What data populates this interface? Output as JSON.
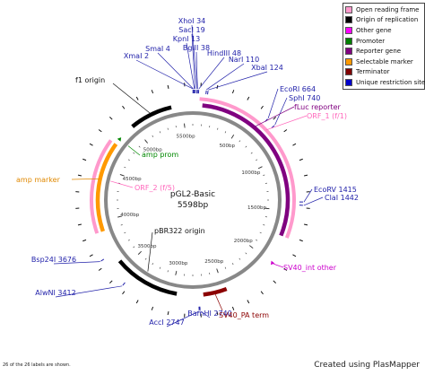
{
  "plasmid": {
    "name": "pGL2-Basic",
    "size_label": "5598bp",
    "length_bp": 5598
  },
  "ruler": {
    "ticks": [
      {
        "bp": 500,
        "label": "500bp"
      },
      {
        "bp": 1000,
        "label": "1000bp"
      },
      {
        "bp": 1500,
        "label": "1500bp"
      },
      {
        "bp": 2000,
        "label": "2000bp"
      },
      {
        "bp": 2500,
        "label": "2500bp"
      },
      {
        "bp": 3000,
        "label": "3000bp"
      },
      {
        "bp": 3500,
        "label": "3500bp"
      },
      {
        "bp": 4000,
        "label": "4000bp"
      },
      {
        "bp": 4500,
        "label": "4500bp"
      },
      {
        "bp": 5000,
        "label": "5000bp"
      },
      {
        "bp": 5500,
        "label": "5500bp"
      }
    ]
  },
  "features": [
    {
      "name": "fLuc reporter",
      "type": "reporter",
      "start": 90,
      "end": 1740,
      "ring": 0,
      "color": "#800080"
    },
    {
      "name": "ORF_1 (f/1)",
      "type": "orf",
      "start": 60,
      "end": 1740,
      "ring": 1,
      "color": "#ff99cc"
    },
    {
      "name": "SV40_PA term",
      "type": "terminator",
      "start": 2475,
      "end": 2700,
      "ring": 0,
      "color": "#8b0000"
    },
    {
      "name": "pBR322 origin",
      "type": "origin",
      "start": 2950,
      "end": 3580,
      "ring": 0,
      "color": "#000000"
    },
    {
      "name": "amp marker",
      "type": "selectable",
      "start": 3900,
      "end": 4760,
      "ring": 0,
      "color": "#ff9900"
    },
    {
      "name": "ORF_2 (f/5)",
      "type": "orf",
      "start": 3900,
      "end": 4760,
      "ring": 1,
      "color": "#ff99cc"
    },
    {
      "name": "amp prom",
      "type": "promoter",
      "start": 4805,
      "end": 4830,
      "ring": 0,
      "color": "#008800"
    },
    {
      "name": "f1 origin",
      "type": "origin",
      "start": 4985,
      "end": 5395,
      "ring": 0,
      "color": "#000000"
    },
    {
      "name": "SV40_int other",
      "type": "other",
      "start": 1985,
      "end": 2010,
      "ring": 1,
      "color": "#cc00cc"
    }
  ],
  "sites": [
    {
      "label": "XhoI 34",
      "bp": 34
    },
    {
      "label": "SacI 19",
      "bp": 19
    },
    {
      "label": "KpnI 13",
      "bp": 13
    },
    {
      "label": "BglII 38",
      "bp": 38
    },
    {
      "label": "SmaI 4",
      "bp": 4
    },
    {
      "label": "XmaI 2",
      "bp": 2
    },
    {
      "label": "HindIII 48",
      "bp": 48
    },
    {
      "label": "NarI 110",
      "bp": 110
    },
    {
      "label": "XbaI 124",
      "bp": 124
    },
    {
      "label": "EcoRI 664",
      "bp": 664
    },
    {
      "label": "SphI 740",
      "bp": 740
    },
    {
      "label": "EcoRV 1415",
      "bp": 1415
    },
    {
      "label": "ClaI 1442",
      "bp": 1442
    },
    {
      "label": "BamHI 2740",
      "bp": 2740
    },
    {
      "label": "AccI 2747",
      "bp": 2747
    },
    {
      "label": "AlwNI 3412",
      "bp": 3412
    },
    {
      "label": "Bsp24I 3676",
      "bp": 3676
    }
  ],
  "legend": {
    "items": [
      {
        "label": "Open reading frame",
        "color": "#ff99cc"
      },
      {
        "label": "Origin of replication",
        "color": "#000000"
      },
      {
        "label": "Other gene",
        "color": "#ff00ff"
      },
      {
        "label": "Promoter",
        "color": "#008000"
      },
      {
        "label": "Reporter gene",
        "color": "#800080"
      },
      {
        "label": "Selectable marker",
        "color": "#ff9900"
      },
      {
        "label": "Terminator",
        "color": "#800000"
      },
      {
        "label": "Unique restriction site",
        "color": "#0000cc"
      }
    ]
  },
  "footer": {
    "left": "26 of the 26 labels are shown.",
    "right": "Created using PlasMapper"
  },
  "colors": {
    "backbone": "#888888",
    "site_label": "#2222aa",
    "tick": "#333333"
  }
}
